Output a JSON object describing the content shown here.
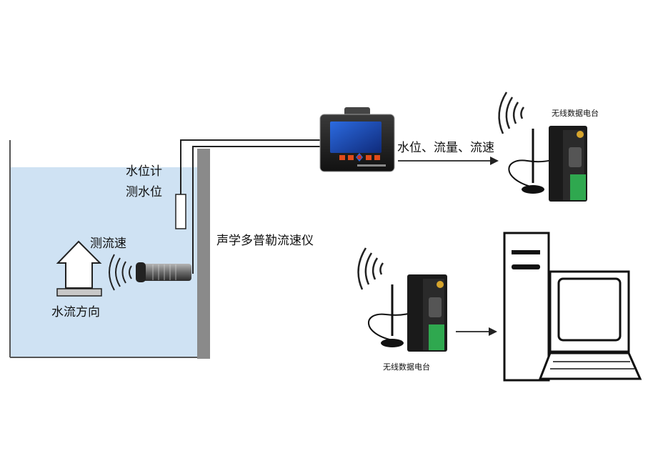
{
  "labels": {
    "water_level_meter": "水位计",
    "measure_water_level": "测水位",
    "measure_flow_velocity": "测流速",
    "water_flow_direction": "水流方向",
    "acoustic_doppler_meter": "声学多普勒流速仪",
    "output_data": "水位、流量、流速",
    "radio_top": "无线数据电台",
    "radio_bottom": "无线数据电台"
  },
  "colors": {
    "water": "#cfe2f3",
    "wall": "#8a8a8a",
    "cable": "#222222",
    "terminal_green": "#2fa84f",
    "device_dark": "#1a1a1a",
    "screen": "#1d3fa6"
  },
  "icons": {
    "wave": "wireless-signal-icon",
    "arrow": "flow-direction-arrow-icon",
    "pc": "desktop-computer-icon"
  }
}
